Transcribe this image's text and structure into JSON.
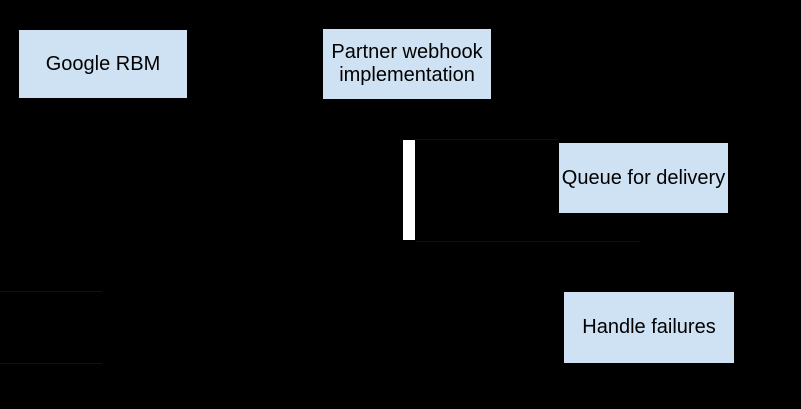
{
  "canvas": {
    "background": "#000000",
    "description": "Sequence/flow diagram on black background"
  },
  "colors": {
    "node_fill": "#cfe2f3",
    "node_text": "#000000",
    "activation_fill": "#ffffff",
    "faint_line": "#111111"
  },
  "nodes": [
    {
      "id": "google-rbm",
      "label": "Google RBM"
    },
    {
      "id": "partner-webhook",
      "label": "Partner webhook implementation"
    },
    {
      "id": "queue-for-delivery",
      "label": "Queue for delivery"
    },
    {
      "id": "handle-failures",
      "label": "Handle failures"
    }
  ],
  "activation": {
    "name": "activation-bar",
    "lifeline": "partner-webhook"
  }
}
